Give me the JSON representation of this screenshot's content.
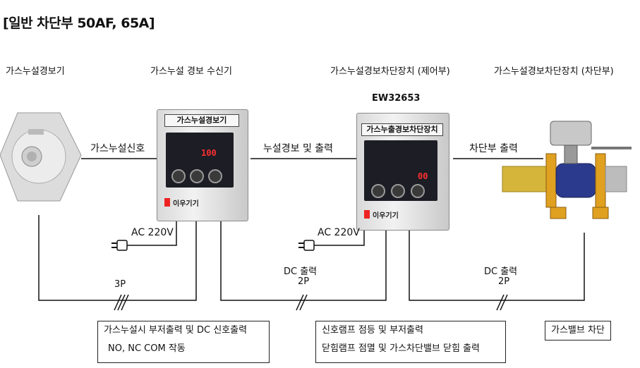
{
  "title": "[일반 차단부 50AF, 65A]",
  "captions": {
    "detector": "가스누설경보기",
    "receiver": "가스누설 경보 수신기",
    "control_unit": "가스누설경보차단장치 (제어부)",
    "shutoff_unit": "가스누설경보차단장치 (차단부)"
  },
  "model_code": "EW32653",
  "connections": {
    "detector_to_receiver": "가스누설신호",
    "receiver_to_control": "누설경보 및 출력",
    "control_to_shutoff": "차단부 출력"
  },
  "power": {
    "receiver_power": "AC 220V",
    "control_power": "AC 220V"
  },
  "outputs": {
    "output_1_line1": "3P",
    "output_2_line1": "DC 출력",
    "output_2_line2": "2P",
    "output_3_line1": "DC 출력",
    "output_3_line2": "2P"
  },
  "notes": {
    "box1_line1": "가스누설시 부저출력 및 DC 신호출력",
    "box1_line2": "NO, NC COM 작동",
    "box2_line1": "신호램프 점등 및 부저출력",
    "box2_line2": "닫힘램프 점멸 및 가스차단밸브 닫힘 출력",
    "box3": "가스밸브 차단"
  },
  "devices": {
    "receiver_panel_title": "가스누설경보기",
    "receiver_brand": "이우기기",
    "control_panel_title": "가스누출경보차단장치",
    "control_brand": "이우기기",
    "receiver_display": "100",
    "control_display": "00"
  },
  "colors": {
    "line": "#111111",
    "valve_body": "#2b3a8c",
    "flange": "#e0a020",
    "pipe": "#d6b63a",
    "screen": "#1d1d25",
    "led": "#ff3030"
  }
}
